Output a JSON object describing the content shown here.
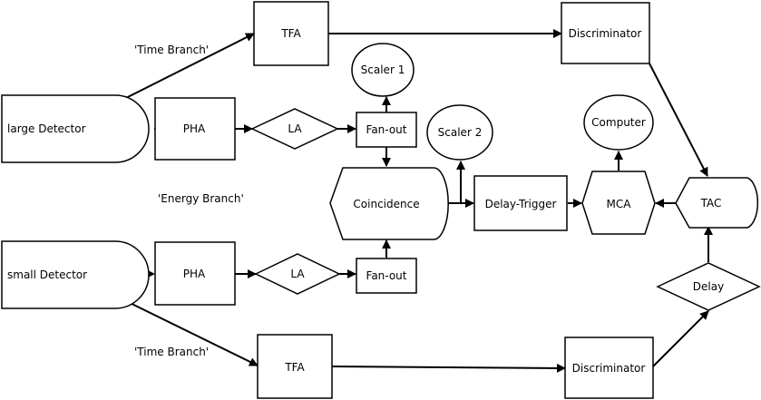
{
  "diagram": {
    "nodes": {
      "large_detector": "large Detector",
      "small_detector": "small Detector",
      "pha_top": "PHA",
      "pha_bottom": "PHA",
      "la_top": "LA",
      "la_bottom": "LA",
      "fanout_top": "Fan-out",
      "fanout_bottom": "Fan-out",
      "scaler1": "Scaler 1",
      "scaler2": "Scaler 2",
      "coincidence": "Coincidence",
      "delay_trigger": "Delay-Trigger",
      "mca": "MCA",
      "computer": "Computer",
      "tac": "TAC",
      "delay": "Delay",
      "tfa_top": "TFA",
      "tfa_bottom": "TFA",
      "discriminator_top": "Discriminator",
      "discriminator_bottom": "Discriminator"
    },
    "labels": {
      "time_branch_top": "'Time Branch'",
      "time_branch_bottom": "'Time Branch'",
      "energy_branch": "'Energy Branch'"
    }
  }
}
